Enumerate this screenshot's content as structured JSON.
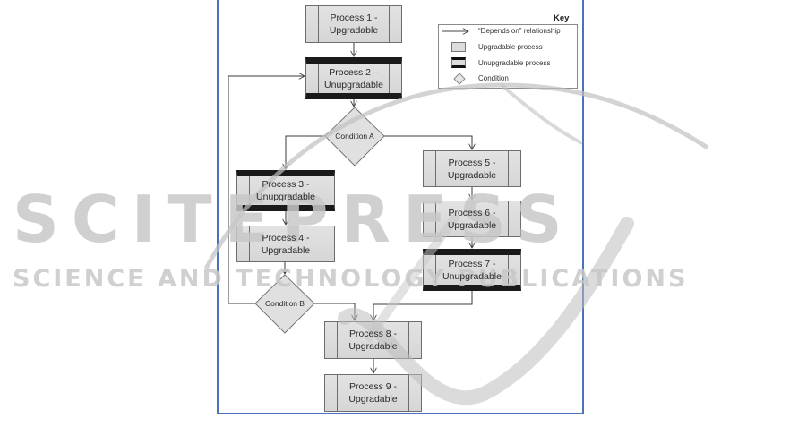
{
  "diagram": {
    "processes": [
      {
        "id": "p1",
        "label": "Process 1 -\nUpgradable",
        "type": "upgradable"
      },
      {
        "id": "p2",
        "label": "Process 2 –\nUnupgradable",
        "type": "unupgradable"
      },
      {
        "id": "p3",
        "label": "Process 3 -\nUnupgradable",
        "type": "unupgradable"
      },
      {
        "id": "p4",
        "label": "Process 4 -\nUpgradable",
        "type": "upgradable"
      },
      {
        "id": "p5",
        "label": "Process 5 -\nUpgradable",
        "type": "upgradable"
      },
      {
        "id": "p6",
        "label": "Process 6 -\nUpgradable",
        "type": "upgradable"
      },
      {
        "id": "p7",
        "label": "Process 7 -\nUnupgradable",
        "type": "unupgradable"
      },
      {
        "id": "p8",
        "label": "Process 8 -\nUpgradable",
        "type": "upgradable"
      },
      {
        "id": "p9",
        "label": "Process 9 -\nUpgradable",
        "type": "upgradable"
      }
    ],
    "conditions": [
      {
        "id": "cA",
        "label": "Condition A"
      },
      {
        "id": "cB",
        "label": "Condition B"
      }
    ],
    "edges": [
      {
        "from": "p1",
        "to": "p2"
      },
      {
        "from": "p2",
        "to": "cA"
      },
      {
        "from": "cA",
        "to": "p3"
      },
      {
        "from": "cA",
        "to": "p5"
      },
      {
        "from": "p3",
        "to": "p4"
      },
      {
        "from": "p4",
        "to": "cB"
      },
      {
        "from": "cB",
        "to": "p2"
      },
      {
        "from": "cB",
        "to": "p8"
      },
      {
        "from": "p5",
        "to": "p6"
      },
      {
        "from": "p6",
        "to": "p7"
      },
      {
        "from": "p7",
        "to": "p8"
      },
      {
        "from": "p8",
        "to": "p9"
      }
    ]
  },
  "key": {
    "title": "Key",
    "items": [
      {
        "symbol": "arrow",
        "label": "“Depends on” relationship"
      },
      {
        "symbol": "upgradable-box",
        "label": "Upgradable process"
      },
      {
        "symbol": "unupgradable-box",
        "label": "Unupgradable process"
      },
      {
        "symbol": "diamond",
        "label": "Condition"
      }
    ]
  },
  "watermark": {
    "title": "SCITEPRESS",
    "subtitle": "SCIENCE AND TECHNOLOGY PUBLICATIONS"
  },
  "colors": {
    "frame": "#4a72b8",
    "process_fill": "#dcdcdc",
    "unupgradable_bar": "#1a1a1a",
    "watermark": "#c8c8c8"
  }
}
